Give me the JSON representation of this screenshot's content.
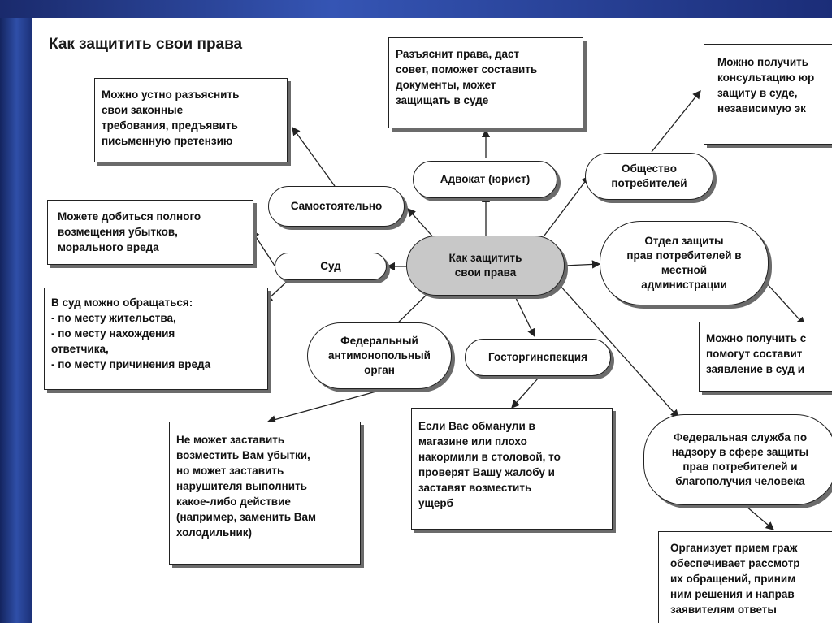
{
  "title": "Как защитить свои права",
  "center": "Как защитить\nсвои права",
  "nodes": {
    "samostoyatelno": "Самостоятельно",
    "advokat": "Адвокат (юрист)",
    "obshchestvo": "Общество\nпотребителей",
    "sud": "Суд",
    "otdel": "Отдел защиты\nправ потребителей в\nместной\nадминистрации",
    "fas": "Федеральный\nантимонопольный\nорган",
    "gostorg": "Госторгинспекция",
    "rospotreb": "Федеральная служба по\nнадзору в сфере защиты\nправ потребителей и\nблагополучия человека"
  },
  "boxes": {
    "samostoyatelno_desc": "Можно устно разъяснить\nсвои законные\nтребования, предъявить\nписьменную претензию",
    "advokat_desc": "Разъяснит права, даст\nсовет, поможет составить\nдокументы, может\nзащищать в суде",
    "obshchestvo_desc": "Можно получить\nконсультацию юр\nзащиту в суде,\nнезависимую эк",
    "sud_desc1": "Можете добиться полного\nвозмещения убытков,\nморального вреда",
    "sud_desc2": "В суд можно обращаться:\n- по месту жительства,\n- по месту нахождения\nответчика,\n- по месту  причинения вреда",
    "otdel_desc": "Можно получить с\nпомогут составит\nзаявление в суд и",
    "fas_desc": "Не может заставить\nвозместить Вам убытки,\nно может  заставить\nнарушителя выполнить\nкакое-либо действие\n(например, заменить Вам\nхолодильник)",
    "gostorg_desc": "Если Вас обманули в\nмагазине или плохо\nнакормили в столовой, то\nпроверят Вашу жалобу и\nзаставят  возместить\nущерб",
    "rospotreb_desc": "Организует прием граж\nобеспечивает рассмотр\nих обращений, приним\nним решения и направ\nзаявителям ответы"
  }
}
